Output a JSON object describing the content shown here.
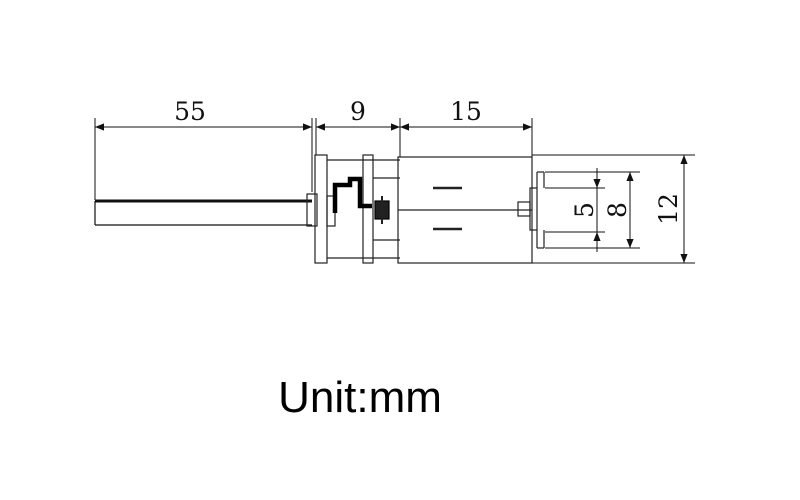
{
  "diagram": {
    "dimensions": {
      "shaft_length": "55",
      "gearbox_length": "9",
      "motor_length": "15",
      "inner_height": "5",
      "mid_height": "8",
      "total_height": "12"
    },
    "unit_caption": "Unit:mm"
  }
}
